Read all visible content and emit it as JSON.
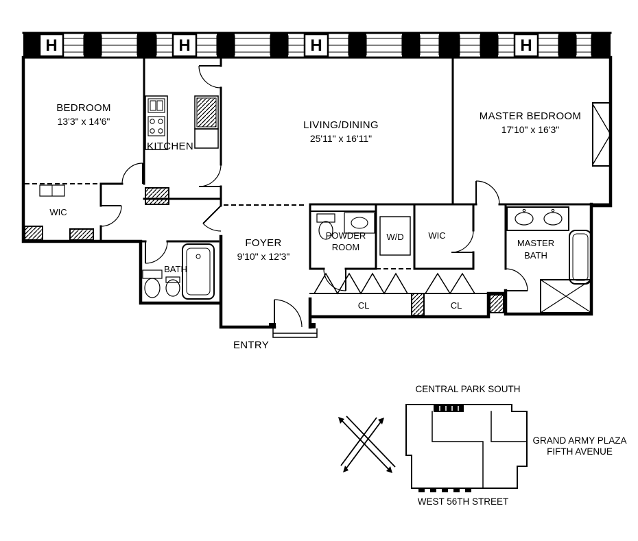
{
  "floorplan": {
    "radiator_label": "H",
    "rooms": {
      "bedroom": {
        "name": "BEDROOM",
        "dims": "13'3\" x 14'6\""
      },
      "kitchen": {
        "name": "KITCHEN"
      },
      "living_dining": {
        "name": "LIVING/DINING",
        "dims": "25'11\" x 16'11\""
      },
      "master_bedroom": {
        "name": "MASTER BEDROOM",
        "dims": "17'10\" x 16'3\""
      },
      "wic_left": {
        "name": "WIC"
      },
      "bath": {
        "name": "BATH"
      },
      "foyer": {
        "name": "FOYER",
        "dims": "9'10\" x 12'3\""
      },
      "powder_room": {
        "line1": "POWDER",
        "line2": "ROOM"
      },
      "washer_dryer": {
        "name": "W/D"
      },
      "wic_middle": {
        "name": "WIC"
      },
      "master_bath": {
        "line1": "MASTER",
        "line2": "BATH"
      },
      "closet_left": {
        "name": "CL"
      },
      "closet_right": {
        "name": "CL"
      },
      "entry": {
        "name": "ENTRY"
      }
    }
  },
  "site_map": {
    "north_label": "CENTRAL PARK SOUTH",
    "east_label_line1": "GRAND ARMY PLAZA",
    "east_label_line2": "FIFTH AVENUE",
    "south_label": "WEST 56TH STREET"
  }
}
